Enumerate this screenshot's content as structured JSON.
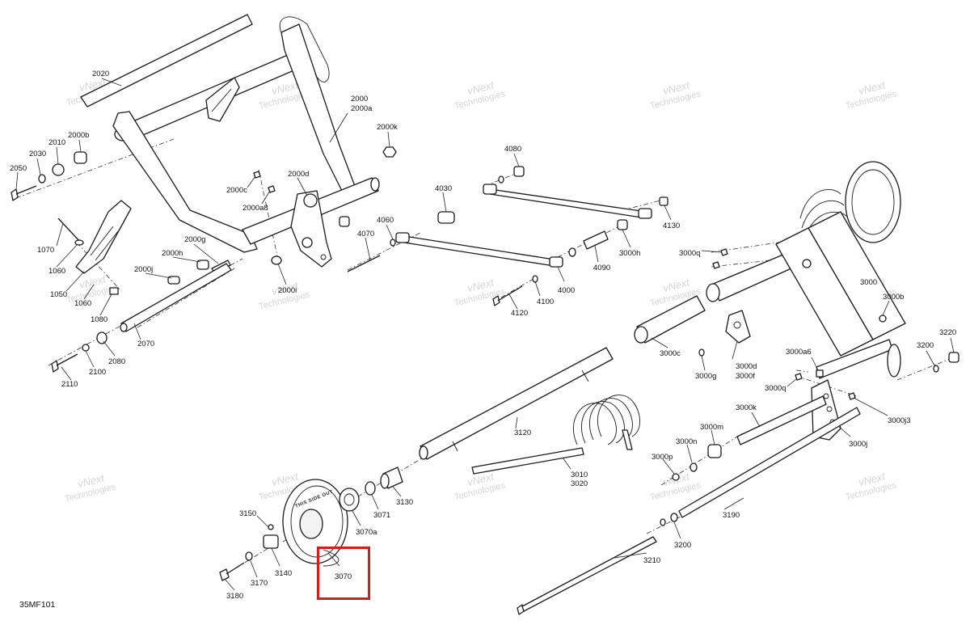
{
  "diagram": {
    "reference_code": "35MF101",
    "highlight_color": "#d01f1f",
    "watermark": {
      "line1": "vNext",
      "line2": "Technologies"
    },
    "pulley_text": "THIS SIDE OUT",
    "part_numbers": {
      "p2020": "2020",
      "p2000": "2000",
      "p2000a": "2000a",
      "p2000b": "2000b",
      "p2010": "2010",
      "p2030": "2030",
      "p2050": "2050",
      "p2000k": "2000k",
      "p2000c": "2000c",
      "p2000d": "2000d",
      "p2000a8": "2000a8",
      "p1070": "1070",
      "p1060a": "1060",
      "p1050": "1050",
      "p1060b": "1060",
      "p1080": "1080",
      "p2000g": "2000g",
      "p2000h": "2000h",
      "p2000j": "2000j",
      "p2000i": "2000i",
      "p4070": "4070",
      "p4060": "4060",
      "p4030": "4030",
      "p4080": "4080",
      "p4130": "4130",
      "p3000h": "3000h",
      "p4090": "4090",
      "p4000": "4000",
      "p4100": "4100",
      "p4120": "4120",
      "p2070": "2070",
      "p2080": "2080",
      "p2100": "2100",
      "p2110": "2110",
      "p3000q1": "3000q",
      "p3000": "3000",
      "p3000b": "3000b",
      "p3000c": "3000c",
      "p3000g": "3000g",
      "p3000d": "3000d",
      "p3000f": "3000f",
      "p3000a6": "3000a6",
      "p3000q2": "3000q",
      "p3200a": "3200",
      "p3220": "3220",
      "p3000j3": "3000j3",
      "p3000k": "3000k",
      "p3000m": "3000m",
      "p3000n": "3000n",
      "p3000p": "3000p",
      "p3000j": "3000j",
      "p3120": "3120",
      "p3010": "3010",
      "p3020": "3020",
      "p3130": "3130",
      "p3071": "3071",
      "p3070a": "3070a",
      "p3070": "3070",
      "p3150": "3150",
      "p3140": "3140",
      "p3170": "3170",
      "p3180": "3180",
      "p3190": "3190",
      "p3200b": "3200",
      "p3210": "3210"
    }
  }
}
